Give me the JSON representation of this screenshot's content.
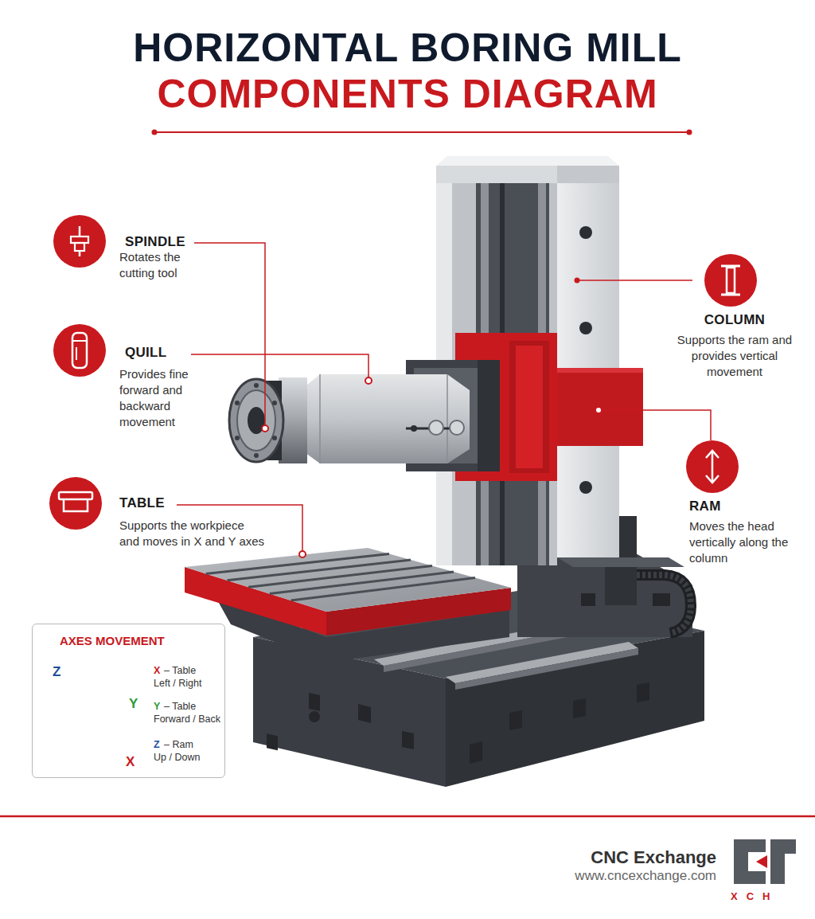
{
  "diagram": {
    "title": "HORIZONTAL BORING MILL",
    "nodes": [
      {
        "text": [
          "AXES MOVEMENT"
        ]
      }
    ],
    "labels": [
      "COMPONENTS DIAGRAM",
      "SPINDLE",
      "Rotates the cutting tool",
      "QUILL",
      "Provides fine forward and backward movement",
      "TABLE",
      "Supports the workpiece and moves in X and Y axes",
      "COLUMN",
      "Supports the ram and provides vertical movement",
      "RAM",
      "Moves the head vertically along the column",
      "Z",
      "Y",
      "X",
      "X",
      "– Table",
      "Left / Right",
      "Y",
      "– Table",
      "Forward / Back",
      "Z",
      "– Ram",
      "Up / Down",
      "CNC Exchange",
      "www.cncexchange.com",
      "XCH"
    ]
  }
}
